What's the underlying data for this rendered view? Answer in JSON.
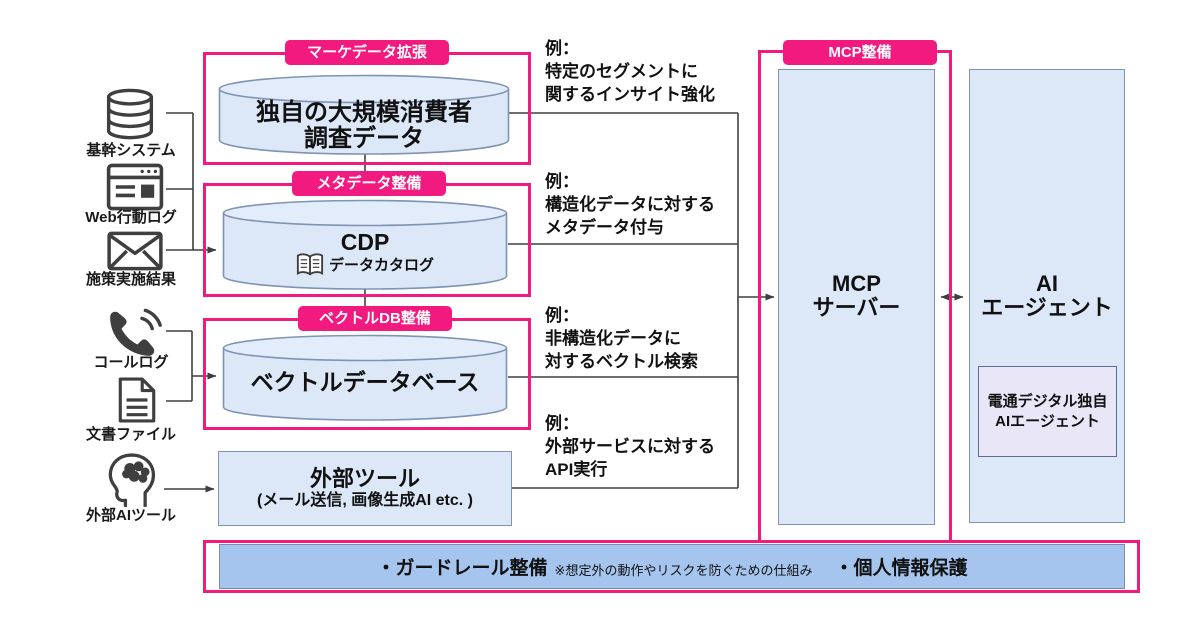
{
  "colors": {
    "pink": "#F2197F",
    "box_fill": "#DCE8F8",
    "box_border": "#7F93B2",
    "bar_fill": "#A6C5EE",
    "sub_box_fill": "#E9E6F8",
    "line": "#3F3F3F"
  },
  "sources": [
    {
      "icon": "database-icon",
      "label": "基幹システム"
    },
    {
      "icon": "browser-icon",
      "label": "Web行動ログ"
    },
    {
      "icon": "mail-icon",
      "label": "施策実施結果"
    },
    {
      "icon": "phone-icon",
      "label": "コールログ"
    },
    {
      "icon": "document-icon",
      "label": "文書ファイル"
    },
    {
      "icon": "ai-brain-icon",
      "label": "外部AIツール"
    }
  ],
  "groups": [
    {
      "badge": "マーケデータ拡張",
      "line1": "独自の大規模消費者",
      "line2": "調査データ"
    },
    {
      "badge": "メタデータ整備",
      "title": "CDP",
      "catalog": "データカタログ"
    },
    {
      "badge": "ベクトルDB整備",
      "title": "ベクトルデータベース"
    }
  ],
  "external_tool": {
    "title": "外部ツール",
    "subtitle": "(メール送信, 画像生成AI etc. )"
  },
  "examples": [
    {
      "prefix": "例：",
      "line1": "特定のセグメントに",
      "line2": "関するインサイト強化"
    },
    {
      "prefix": "例：",
      "line1": "構造化データに対する",
      "line2": "メタデータ付与"
    },
    {
      "prefix": "例：",
      "line1": "非構造化データに",
      "line2": "対するベクトル検索"
    },
    {
      "prefix": "例：",
      "line1": "外部サービスに対する",
      "line2": "API実行"
    }
  ],
  "mcp": {
    "badge": "MCP整備",
    "line1": "MCP",
    "line2": "サーバー"
  },
  "ai_agent": {
    "line1": "AI",
    "line2": "エージェント",
    "sub1": "電通デジタル独自",
    "sub2": "AIエージェント"
  },
  "guardrail": {
    "item1": "・ガードレール整備",
    "note": "※想定外の動作やリスクを防ぐための仕組み",
    "item2": "・個人情報保護"
  }
}
